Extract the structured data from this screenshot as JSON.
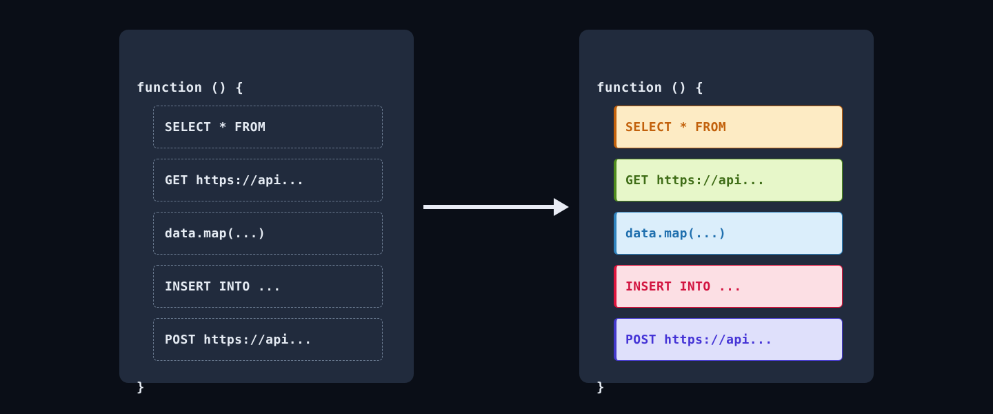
{
  "canvas": {
    "background_color": "#0a0e17",
    "panel_color": "#212b3d"
  },
  "arrow": {
    "icon": "right-arrow-icon",
    "color": "#e8ebf4"
  },
  "panels": [
    {
      "id": "before",
      "style": "plain",
      "code_open": "function () {",
      "code_close": "}",
      "text_color": "#e5ebf3",
      "border_color": "#6a7a90",
      "statements": [
        {
          "label": "SELECT * FROM"
        },
        {
          "label": "GET https://api..."
        },
        {
          "label": "data.map(...)"
        },
        {
          "label": "INSERT INTO ..."
        },
        {
          "label": "POST https://api..."
        }
      ]
    },
    {
      "id": "after",
      "style": "highlighted",
      "code_open": "function () {",
      "code_close": "}",
      "text_color": "#e5ebf3",
      "statements": [
        {
          "label": "SELECT * FROM",
          "kind": "sql-select",
          "background": "#fdebc4",
          "border": "#c2610c",
          "color": "#c2610c"
        },
        {
          "label": "GET https://api...",
          "kind": "http-get",
          "background": "#e7f7c9",
          "border": "#4f8b1d",
          "color": "#3f6d17"
        },
        {
          "label": "data.map(...)",
          "kind": "js-transform",
          "background": "#dbeefb",
          "border": "#2f82bd",
          "color": "#1f6fae"
        },
        {
          "label": "INSERT INTO ...",
          "kind": "sql-insert",
          "background": "#fcdfe4",
          "border": "#dc143c",
          "color": "#d21440"
        },
        {
          "label": "POST https://api...",
          "kind": "http-post",
          "background": "#dfe0fb",
          "border": "#4338ca",
          "color": "#4433d6"
        }
      ]
    }
  ]
}
